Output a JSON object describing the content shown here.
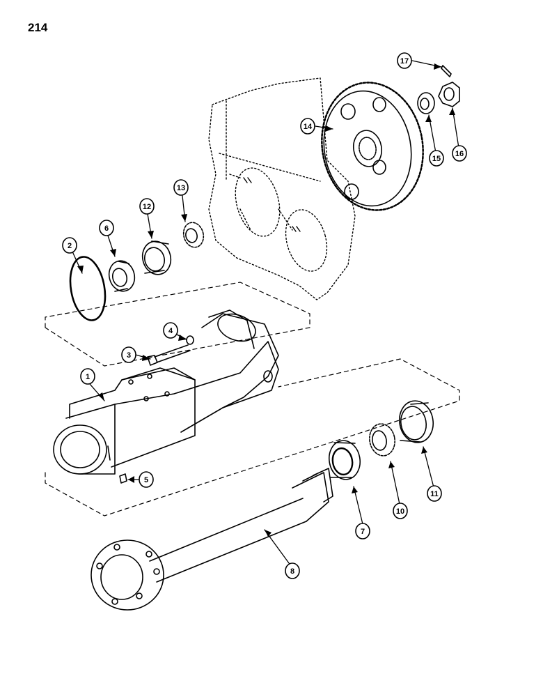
{
  "page_number": "214",
  "callouts": [
    {
      "label": "1"
    },
    {
      "label": "2"
    },
    {
      "label": "3"
    },
    {
      "label": "4"
    },
    {
      "label": "5"
    },
    {
      "label": "6"
    },
    {
      "label": "7"
    },
    {
      "label": "8"
    },
    {
      "label": "10"
    },
    {
      "label": "11"
    },
    {
      "label": "12"
    },
    {
      "label": "13"
    },
    {
      "label": "14"
    },
    {
      "label": "15"
    },
    {
      "label": "16"
    },
    {
      "label": "17"
    }
  ]
}
